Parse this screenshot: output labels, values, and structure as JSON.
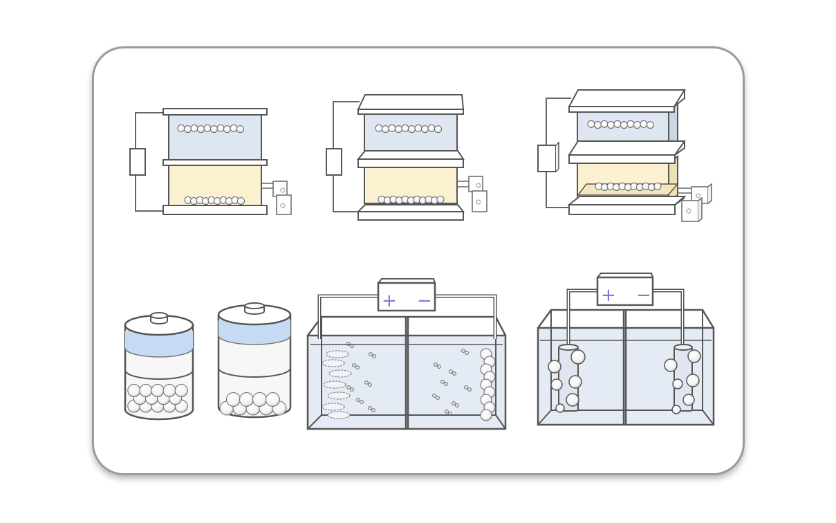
{
  "colors": {
    "frame_border": "#9a9a9a",
    "outline": "#555555",
    "upper_liquid": "#dde6f1",
    "lower_liquid": "#fbf0cf",
    "jar_band": "#c5daf3",
    "tank_water": "#e5ebf4",
    "sign_color": "#8a6fd9"
  },
  "setups_top": [
    {
      "name": "electrochemical-cell-a",
      "style": "flat"
    },
    {
      "name": "electrochemical-cell-b",
      "style": "capped"
    },
    {
      "name": "electrochemical-cell-c",
      "style": "perspective"
    }
  ],
  "jars": [
    {
      "name": "bead-jar-left"
    },
    {
      "name": "bead-jar-right"
    }
  ],
  "tanks": [
    {
      "name": "electrolysis-tank-left",
      "power_plus": "+",
      "power_minus": "−"
    },
    {
      "name": "electrolysis-tank-right",
      "power_plus": "+",
      "power_minus": "−"
    }
  ]
}
